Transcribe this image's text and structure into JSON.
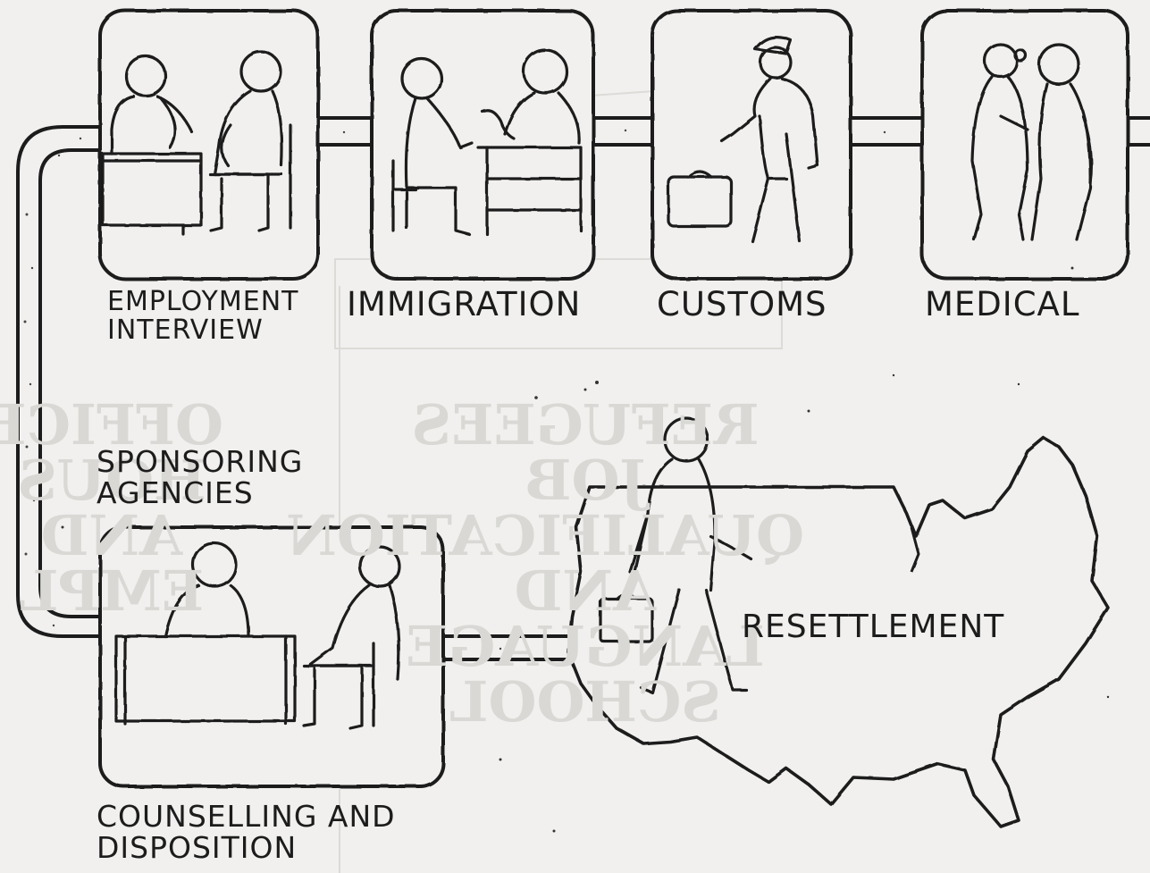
{
  "colors": {
    "paper": "#f1f0ee",
    "ink": "#1c1c1c",
    "ghost": "#d9d8d5"
  },
  "stations": {
    "employment": {
      "label": "EMPLOYMENT\nINTERVIEW"
    },
    "immigration": {
      "label": "IMMIGRATION"
    },
    "customs": {
      "label": "CUSTOMS"
    },
    "medical": {
      "label": "MEDICAL"
    },
    "counselling": {
      "label": "COUNSELLING AND\nDISPOSITION"
    }
  },
  "sponsoring_label": "SPONSORING\nAGENCIES",
  "map_label": "RESETTLEMENT",
  "bleed_through": {
    "center": "REFUGEES JOB\nQUALIFICATION\nAND\nLANGUAGE SCHOOL",
    "left": "OFFICE\nHOUS\nAND\nEMPL"
  }
}
